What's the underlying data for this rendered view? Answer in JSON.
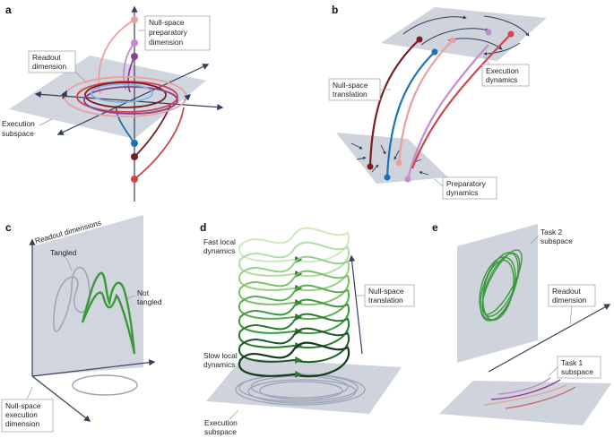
{
  "colors": {
    "plane": "#c9ced8",
    "axis": "#34405a",
    "flow": "#2c3e63",
    "dark_red": "#7a1c22",
    "red": "#d0454a",
    "pink": "#e8a0a0",
    "blue": "#1a73b8",
    "light_blue": "#7fb3de",
    "purple": "#8e3f95",
    "light_purple": "#c48ccc",
    "green": "#3a9a3a",
    "gray_loop": "#9ea3b8"
  },
  "panels": {
    "a": {
      "letter": "a",
      "null_space_label": [
        "Null-space",
        "preparatory",
        "dimension"
      ],
      "readout_label": [
        "Readout",
        "dimension"
      ],
      "execution_label": [
        "Execution",
        "subspace"
      ]
    },
    "b": {
      "letter": "b",
      "null_translation_label": [
        "Null-space",
        "translation"
      ],
      "execution_dynamics_label": [
        "Execution",
        "dynamics"
      ],
      "preparatory_dynamics_label": [
        "Preparatory",
        "dynamics"
      ]
    },
    "c": {
      "letter": "c",
      "readout_dims_label": "Readout dimensions",
      "tangled_label": "Tangled",
      "not_tangled_label": [
        "Not",
        "tangled"
      ],
      "null_execution_label": [
        "Null-space",
        "execution",
        "dimension"
      ]
    },
    "d": {
      "letter": "d",
      "fast_label": [
        "Fast local",
        "dynamics"
      ],
      "slow_label": [
        "Slow local",
        "dynamics"
      ],
      "null_translation_label": [
        "Null-space",
        "translation"
      ],
      "execution_label": [
        "Execution",
        "subspace"
      ]
    },
    "e": {
      "letter": "e",
      "task2_label": [
        "Task 2",
        "subspace"
      ],
      "readout_label": [
        "Readout",
        "dimension"
      ],
      "task1_label": [
        "Task 1",
        "subspace"
      ]
    }
  }
}
